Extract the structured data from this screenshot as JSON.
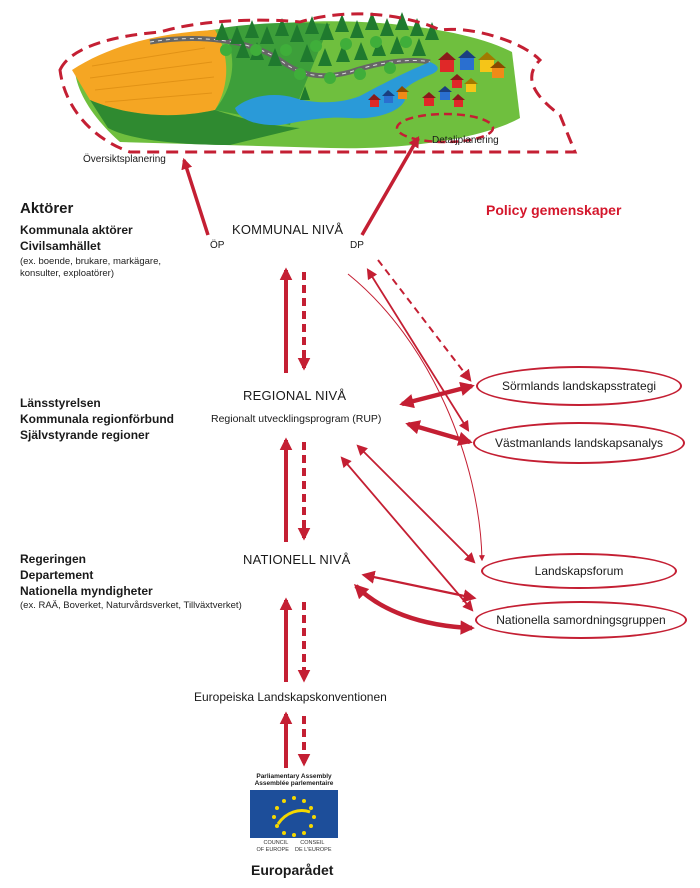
{
  "landscape": {
    "oversikt_label": "Översiktsplanering",
    "detalj_label": "Detaljplanering"
  },
  "actors": {
    "heading": "Aktörer",
    "municipal": {
      "line1": "Kommunala aktörer",
      "line2": "Civilsamhället",
      "detail1": "(ex. boende, brukare, markägare,",
      "detail2": "konsulter, exploatörer)"
    },
    "regional": {
      "line1": "Länsstyrelsen",
      "line2": "Kommunala regionförbund",
      "line3": "Självstyrande regioner"
    },
    "national": {
      "line1": "Regeringen",
      "line2": "Departement",
      "line3": "Nationella myndigheter",
      "detail": "(ex. RAÄ, Boverket, Naturvårdsverket, Tillväxtverket)"
    }
  },
  "levels": {
    "kommunal": "KOMMUNAL NIVÅ",
    "op": "ÖP",
    "dp": "DP",
    "regional": "REGIONAL NIVÅ",
    "regional_sub": "Regionalt utvecklingsprogram (RUP)",
    "nationell": "NATIONELL NIVÅ",
    "european": "Europeiska Landskapskonventionen"
  },
  "policy": {
    "heading": "Policy gemenskaper",
    "items": [
      "Sörmlands landskapsstrategi",
      "Västmanlands landskapsanalys",
      "Landskapsforum",
      "Nationella samordningsgruppen"
    ]
  },
  "coe": {
    "top1": "Parliamentary Assembly",
    "top2": "Assemblée parlementaire",
    "bot1": "COUNCIL        CONSEIL",
    "bot2": "OF EUROPE    DE L'EUROPE",
    "caption": "Europarådet"
  },
  "colors": {
    "accent_red": "#c41f33",
    "heading_red": "#d4172c",
    "eu_blue": "#1d4e9a",
    "eu_gold": "#f5d800",
    "field_orange": "#f5a623",
    "field_green": "#3a9a3a",
    "water_blue": "#2a9ad8"
  }
}
